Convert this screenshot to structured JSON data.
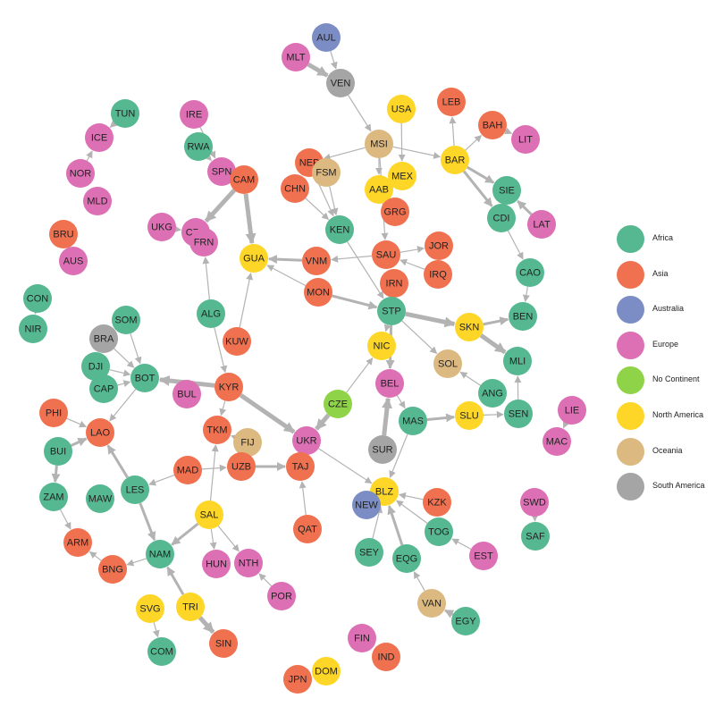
{
  "legend": [
    {
      "key": "africa",
      "label": "Africa",
      "color": "#55b891"
    },
    {
      "key": "asia",
      "label": "Asia",
      "color": "#f07150"
    },
    {
      "key": "australia",
      "label": "Australia",
      "color": "#7b8dc4"
    },
    {
      "key": "europe",
      "label": "Europe",
      "color": "#dd6fb4"
    },
    {
      "key": "nocontinent",
      "label": "No Continent",
      "color": "#8fd448"
    },
    {
      "key": "namerica",
      "label": "North America",
      "color": "#fdd628"
    },
    {
      "key": "oceania",
      "label": "Oceania",
      "color": "#dcb980"
    },
    {
      "key": "samerica",
      "label": "South America",
      "color": "#a5a5a5"
    }
  ],
  "edge_color": "#b3b3b3",
  "nodes": [
    {
      "id": "AUL",
      "group": "australia"
    },
    {
      "id": "MLT",
      "group": "europe"
    },
    {
      "id": "VEN",
      "group": "samerica"
    },
    {
      "id": "TUN",
      "group": "africa"
    },
    {
      "id": "ICE",
      "group": "europe"
    },
    {
      "id": "NOR",
      "group": "europe"
    },
    {
      "id": "MLD",
      "group": "europe"
    },
    {
      "id": "BRU",
      "group": "asia"
    },
    {
      "id": "AUS",
      "group": "europe"
    },
    {
      "id": "CON",
      "group": "africa"
    },
    {
      "id": "NIR",
      "group": "africa"
    },
    {
      "id": "IRE",
      "group": "europe"
    },
    {
      "id": "RWA",
      "group": "africa"
    },
    {
      "id": "SPN",
      "group": "europe"
    },
    {
      "id": "CAM",
      "group": "asia"
    },
    {
      "id": "UKG",
      "group": "europe"
    },
    {
      "id": "CZR",
      "group": "europe"
    },
    {
      "id": "FRN",
      "group": "europe"
    },
    {
      "id": "USA",
      "group": "namerica"
    },
    {
      "id": "LEB",
      "group": "asia"
    },
    {
      "id": "BAH",
      "group": "asia"
    },
    {
      "id": "LIT",
      "group": "europe"
    },
    {
      "id": "MSI",
      "group": "oceania"
    },
    {
      "id": "BAR",
      "group": "namerica"
    },
    {
      "id": "NEP",
      "group": "asia"
    },
    {
      "id": "FSM",
      "group": "oceania"
    },
    {
      "id": "CHN",
      "group": "asia"
    },
    {
      "id": "MEX",
      "group": "namerica"
    },
    {
      "id": "AAB",
      "group": "namerica"
    },
    {
      "id": "SIE",
      "group": "africa"
    },
    {
      "id": "CDI",
      "group": "africa"
    },
    {
      "id": "LAT",
      "group": "europe"
    },
    {
      "id": "GRG",
      "group": "asia"
    },
    {
      "id": "KEN",
      "group": "africa"
    },
    {
      "id": "GUA",
      "group": "namerica"
    },
    {
      "id": "VNM",
      "group": "asia"
    },
    {
      "id": "SAU",
      "group": "asia"
    },
    {
      "id": "JOR",
      "group": "asia"
    },
    {
      "id": "IRQ",
      "group": "asia"
    },
    {
      "id": "CAO",
      "group": "africa"
    },
    {
      "id": "MON",
      "group": "asia"
    },
    {
      "id": "IRN",
      "group": "asia"
    },
    {
      "id": "ALG",
      "group": "africa"
    },
    {
      "id": "STP",
      "group": "africa"
    },
    {
      "id": "SKN",
      "group": "namerica"
    },
    {
      "id": "BEN",
      "group": "africa"
    },
    {
      "id": "SOM",
      "group": "africa"
    },
    {
      "id": "BRA",
      "group": "samerica"
    },
    {
      "id": "KUW",
      "group": "asia"
    },
    {
      "id": "NIC",
      "group": "namerica"
    },
    {
      "id": "MLI",
      "group": "africa"
    },
    {
      "id": "DJI",
      "group": "africa"
    },
    {
      "id": "BOT",
      "group": "africa"
    },
    {
      "id": "CAP",
      "group": "africa"
    },
    {
      "id": "SOL",
      "group": "oceania"
    },
    {
      "id": "BUL",
      "group": "europe"
    },
    {
      "id": "KYR",
      "group": "asia"
    },
    {
      "id": "BEL",
      "group": "europe"
    },
    {
      "id": "ANG",
      "group": "africa"
    },
    {
      "id": "CZE",
      "group": "nocontinent"
    },
    {
      "id": "PHI",
      "group": "asia"
    },
    {
      "id": "LIE",
      "group": "europe"
    },
    {
      "id": "MAS",
      "group": "africa"
    },
    {
      "id": "SLU",
      "group": "namerica"
    },
    {
      "id": "SEN",
      "group": "africa"
    },
    {
      "id": "LAO",
      "group": "asia"
    },
    {
      "id": "TKM",
      "group": "asia"
    },
    {
      "id": "FIJ",
      "group": "oceania"
    },
    {
      "id": "UKR",
      "group": "europe"
    },
    {
      "id": "MAC",
      "group": "europe"
    },
    {
      "id": "BUI",
      "group": "africa"
    },
    {
      "id": "SUR",
      "group": "samerica"
    },
    {
      "id": "MAD",
      "group": "asia"
    },
    {
      "id": "UZB",
      "group": "asia"
    },
    {
      "id": "TAJ",
      "group": "asia"
    },
    {
      "id": "ZAM",
      "group": "africa"
    },
    {
      "id": "MAW",
      "group": "africa"
    },
    {
      "id": "LES",
      "group": "africa"
    },
    {
      "id": "BLZ",
      "group": "namerica"
    },
    {
      "id": "KZK",
      "group": "asia"
    },
    {
      "id": "NEW",
      "group": "australia"
    },
    {
      "id": "SWD",
      "group": "europe"
    },
    {
      "id": "SAL",
      "group": "namerica"
    },
    {
      "id": "TOG",
      "group": "africa"
    },
    {
      "id": "QAT",
      "group": "asia"
    },
    {
      "id": "ARM",
      "group": "asia"
    },
    {
      "id": "SAF",
      "group": "africa"
    },
    {
      "id": "NAM",
      "group": "africa"
    },
    {
      "id": "HUN",
      "group": "europe"
    },
    {
      "id": "NTH",
      "group": "europe"
    },
    {
      "id": "SEY",
      "group": "africa"
    },
    {
      "id": "EQG",
      "group": "africa"
    },
    {
      "id": "EST",
      "group": "europe"
    },
    {
      "id": "BNG",
      "group": "asia"
    },
    {
      "id": "POR",
      "group": "europe"
    },
    {
      "id": "SVG",
      "group": "namerica"
    },
    {
      "id": "TRI",
      "group": "namerica"
    },
    {
      "id": "VAN",
      "group": "oceania"
    },
    {
      "id": "EGY",
      "group": "africa"
    },
    {
      "id": "SIN",
      "group": "asia"
    },
    {
      "id": "COM",
      "group": "africa"
    },
    {
      "id": "FIN",
      "group": "europe"
    },
    {
      "id": "IND",
      "group": "asia"
    },
    {
      "id": "JPN",
      "group": "asia"
    },
    {
      "id": "DOM",
      "group": "namerica"
    }
  ],
  "edges": [
    {
      "source": "AUL",
      "target": "VEN",
      "weight": 1
    },
    {
      "source": "MLT",
      "target": "VEN",
      "weight": 3
    },
    {
      "source": "VEN",
      "target": "MSI",
      "weight": 1
    },
    {
      "source": "MSI",
      "target": "NEP",
      "weight": 1
    },
    {
      "source": "MSI",
      "target": "AAB",
      "weight": 1
    },
    {
      "source": "MSI",
      "target": "BAR",
      "weight": 1
    },
    {
      "source": "USA",
      "target": "MEX",
      "weight": 1
    },
    {
      "source": "BAR",
      "target": "LEB",
      "weight": 1
    },
    {
      "source": "BAR",
      "target": "BAH",
      "weight": 1
    },
    {
      "source": "BAH",
      "target": "LIT",
      "weight": 1
    },
    {
      "source": "BAR",
      "target": "SIE",
      "weight": 2
    },
    {
      "source": "BAR",
      "target": "CDI",
      "weight": 2
    },
    {
      "source": "LAT",
      "target": "SIE",
      "weight": 2
    },
    {
      "source": "CDI",
      "target": "CAO",
      "weight": 1
    },
    {
      "source": "CAO",
      "target": "BEN",
      "weight": 1
    },
    {
      "source": "IRE",
      "target": "SPN",
      "weight": 1
    },
    {
      "source": "RWA",
      "target": "SPN",
      "weight": 1
    },
    {
      "source": "SPN",
      "target": "CAM",
      "weight": 1
    },
    {
      "source": "CAM",
      "target": "GUA",
      "weight": 3
    },
    {
      "source": "CAM",
      "target": "CZR",
      "weight": 3
    },
    {
      "source": "UKG",
      "target": "CZR",
      "weight": 1
    },
    {
      "source": "NEP",
      "target": "FSM",
      "weight": 1
    },
    {
      "source": "NEP",
      "target": "KEN",
      "weight": 1
    },
    {
      "source": "FSM",
      "target": "KEN",
      "weight": 1
    },
    {
      "source": "CHN",
      "target": "KEN",
      "weight": 1
    },
    {
      "source": "MEX",
      "target": "AAB",
      "weight": 1
    },
    {
      "source": "AAB",
      "target": "GRG",
      "weight": 1
    },
    {
      "source": "MSI",
      "target": "SAU",
      "weight": 1
    },
    {
      "source": "SAU",
      "target": "JOR",
      "weight": 1
    },
    {
      "source": "IRQ",
      "target": "SAU",
      "weight": 1
    },
    {
      "source": "VNM",
      "target": "GUA",
      "weight": 2
    },
    {
      "source": "SAU",
      "target": "VNM",
      "weight": 1
    },
    {
      "source": "MON",
      "target": "GUA",
      "weight": 1
    },
    {
      "source": "MON",
      "target": "STP",
      "weight": 2
    },
    {
      "source": "KEN",
      "target": "STP",
      "weight": 1
    },
    {
      "source": "STP",
      "target": "SKN",
      "weight": 3
    },
    {
      "source": "SKN",
      "target": "BEN",
      "weight": 2
    },
    {
      "source": "SKN",
      "target": "MLI",
      "weight": 3
    },
    {
      "source": "STP",
      "target": "SOL",
      "weight": 1
    },
    {
      "source": "STP",
      "target": "NIC",
      "weight": 1
    },
    {
      "source": "STP",
      "target": "BEL",
      "weight": 2
    },
    {
      "source": "BEL",
      "target": "MAS",
      "weight": 1
    },
    {
      "source": "ANG",
      "target": "SOL",
      "weight": 1
    },
    {
      "source": "MAS",
      "target": "SLU",
      "weight": 2
    },
    {
      "source": "SLU",
      "target": "SEN",
      "weight": 1
    },
    {
      "source": "SEN",
      "target": "MLI",
      "weight": 1
    },
    {
      "source": "LIE",
      "target": "MAC",
      "weight": 1
    },
    {
      "source": "ALG",
      "target": "FRN",
      "weight": 1
    },
    {
      "source": "KUW",
      "target": "GUA",
      "weight": 1
    },
    {
      "source": "SOM",
      "target": "BOT",
      "weight": 1
    },
    {
      "source": "BRA",
      "target": "BOT",
      "weight": 1
    },
    {
      "source": "DJI",
      "target": "BOT",
      "weight": 1
    },
    {
      "source": "CAP",
      "target": "BOT",
      "weight": 1
    },
    {
      "source": "KYR",
      "target": "BOT",
      "weight": 3
    },
    {
      "source": "ALG",
      "target": "KYR",
      "weight": 1
    },
    {
      "source": "KYR",
      "target": "TKM",
      "weight": 1
    },
    {
      "source": "KYR",
      "target": "UKR",
      "weight": 3
    },
    {
      "source": "BOT",
      "target": "LAO",
      "weight": 1
    },
    {
      "source": "PHI",
      "target": "LAO",
      "weight": 1
    },
    {
      "source": "BUI",
      "target": "LAO",
      "weight": 2
    },
    {
      "source": "BUI",
      "target": "ZAM",
      "weight": 2
    },
    {
      "source": "ZAM",
      "target": "ARM",
      "weight": 1
    },
    {
      "source": "LES",
      "target": "LAO",
      "weight": 2
    },
    {
      "source": "LES",
      "target": "NAM",
      "weight": 2
    },
    {
      "source": "MAD",
      "target": "LES",
      "weight": 1
    },
    {
      "source": "MAD",
      "target": "UZB",
      "weight": 1
    },
    {
      "source": "FIJ",
      "target": "TKM",
      "weight": 1
    },
    {
      "source": "UZB",
      "target": "TAJ",
      "weight": 2
    },
    {
      "source": "CZE",
      "target": "NIC",
      "weight": 1
    },
    {
      "source": "CZE",
      "target": "UKR",
      "weight": 3
    },
    {
      "source": "UKR",
      "target": "BLZ",
      "weight": 1
    },
    {
      "source": "SUR",
      "target": "BEL",
      "weight": 3
    },
    {
      "source": "MAS",
      "target": "BLZ",
      "weight": 1
    },
    {
      "source": "KZK",
      "target": "BLZ",
      "weight": 1
    },
    {
      "source": "TOG",
      "target": "BLZ",
      "weight": 1
    },
    {
      "source": "EQG",
      "target": "BLZ",
      "weight": 2
    },
    {
      "source": "SEY",
      "target": "BLZ",
      "weight": 1
    },
    {
      "source": "EST",
      "target": "TOG",
      "weight": 1
    },
    {
      "source": "QAT",
      "target": "TAJ",
      "weight": 1
    },
    {
      "source": "SAL",
      "target": "TKM",
      "weight": 1
    },
    {
      "source": "SAL",
      "target": "NAM",
      "weight": 2
    },
    {
      "source": "SAL",
      "target": "HUN",
      "weight": 1
    },
    {
      "source": "SAL",
      "target": "NTH",
      "weight": 1
    },
    {
      "source": "POR",
      "target": "NTH",
      "weight": 1
    },
    {
      "source": "BNG",
      "target": "ARM",
      "weight": 1
    },
    {
      "source": "NAM",
      "target": "BNG",
      "weight": 1
    },
    {
      "source": "TRI",
      "target": "NAM",
      "weight": 2
    },
    {
      "source": "TRI",
      "target": "SIN",
      "weight": 3
    },
    {
      "source": "SVG",
      "target": "COM",
      "weight": 1
    },
    {
      "source": "VAN",
      "target": "EQG",
      "weight": 1
    },
    {
      "source": "EGY",
      "target": "VAN",
      "weight": 2
    },
    {
      "source": "SWD",
      "target": "SAF",
      "weight": 1
    },
    {
      "source": "CON",
      "target": "NIR",
      "weight": 1
    },
    {
      "source": "TUN",
      "target": "ICE",
      "weight": 1
    },
    {
      "source": "NOR",
      "target": "ICE",
      "weight": 1
    },
    {
      "source": "BRU",
      "target": "AUS",
      "weight": 1
    }
  ]
}
